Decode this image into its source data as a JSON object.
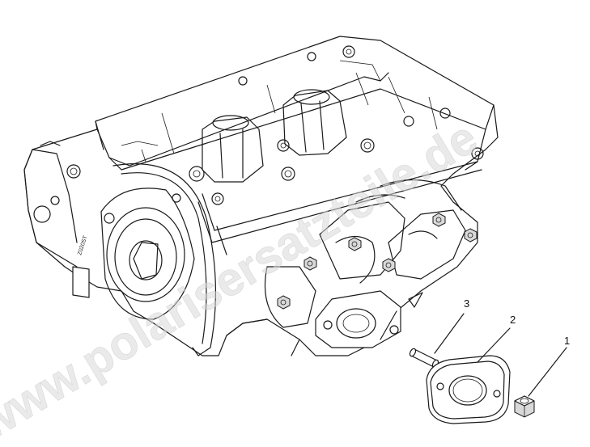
{
  "watermark": "www.polarisersatzteile.de",
  "engine_marking": "Z020ST",
  "callouts": [
    {
      "number": "1"
    },
    {
      "number": "2"
    },
    {
      "number": "3"
    }
  ]
}
